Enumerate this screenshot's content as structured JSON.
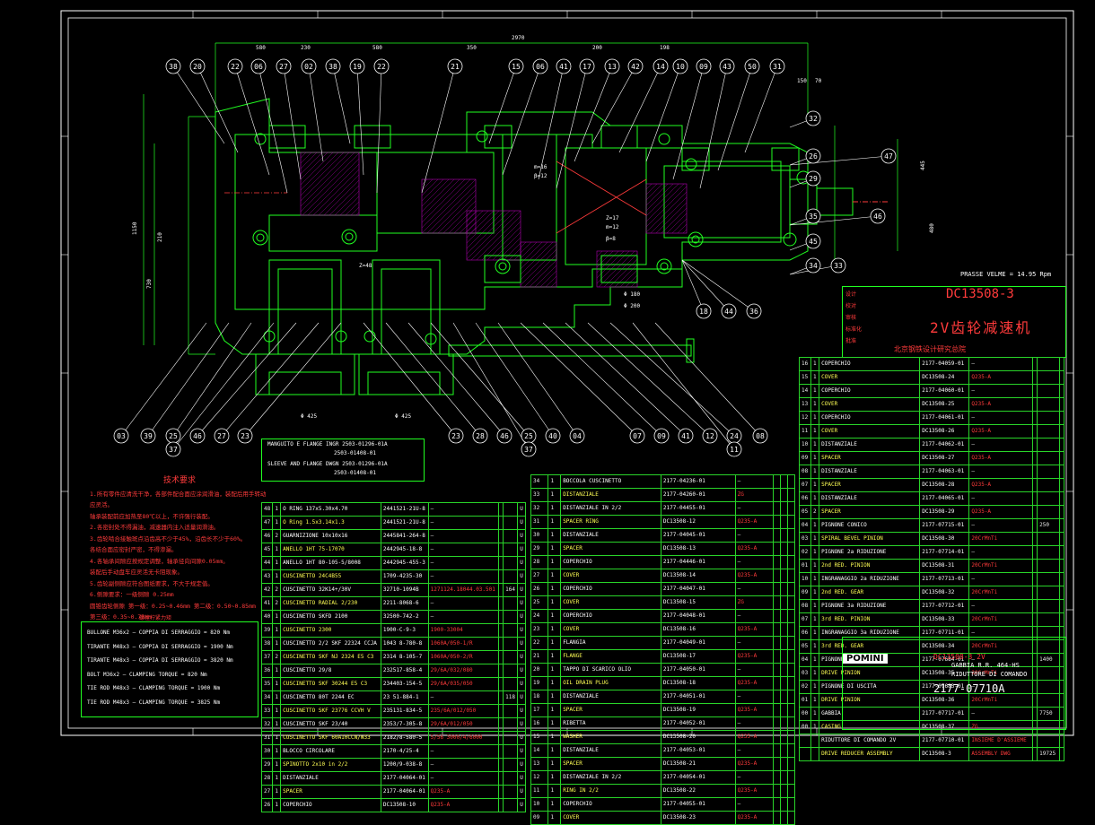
{
  "colors": {
    "background": "#000000",
    "frame": "#ffffff",
    "geometry": "#21ff21",
    "accent_red": "#ff3b3b",
    "balloon": "#ffffff",
    "dims": "#ffffff",
    "hatch": "#b300b3",
    "yellow": "#ffff55"
  },
  "drawing": {
    "overall_width": "2970",
    "top_dims": [
      "580",
      "230",
      "580",
      "350",
      "200",
      "198",
      "150",
      "70"
    ],
    "balloons_top": [
      "38",
      "20",
      "22",
      "06",
      "27",
      "02",
      "38",
      "19",
      "22",
      "21",
      "15",
      "06",
      "41",
      "17",
      "13",
      "42",
      "14",
      "10",
      "09",
      "43",
      "50",
      "31"
    ],
    "balloons_right": [
      "32",
      "26",
      "47",
      "29",
      "35",
      "46",
      "45",
      "34",
      "33"
    ],
    "balloons_bottom_right": [
      "18",
      "44",
      "36"
    ],
    "balloons_bottom": [
      "03",
      "39",
      "25",
      "37",
      "46",
      "27",
      "23",
      "23",
      "28",
      "46",
      "25",
      "37",
      "40",
      "04",
      "07",
      "09",
      "41",
      "12",
      "24",
      "11",
      "08"
    ],
    "side_dims_left": [
      "1150",
      "730",
      "210"
    ],
    "side_dims_right": [
      "445",
      "480"
    ],
    "misc_dims": [
      "Z=48",
      "β=12",
      "Z=17",
      "β=8",
      "m=16",
      "m=12",
      "Φ 425",
      "Φ 425",
      "Φ 180",
      "Φ 200"
    ],
    "speed_label": "PRASSE VELME = 14.95 Rpm"
  },
  "title": {
    "code": "DC13508-3",
    "name": "2V齿轮减速机",
    "org": "北京钢铁设计研究总院",
    "left_labels": [
      "设计",
      "校对",
      "审核",
      "标准化",
      "批准"
    ]
  },
  "note_box": {
    "lines": [
      "MANGUITO E FLANGE  INGR 2503-01296-01A",
      "2503-01408-01",
      "SLEEVE AND FLANGE  DWGN 2503-01296-01A",
      "2503-01408-01"
    ]
  },
  "tech_req": {
    "heading": "技术要求",
    "lines": [
      "1.所有零件应清洗干净，各部件配合面应涂润滑油，装配后用手转动应灵活。",
      "  轴承装配前应加热至80℃以上，不许强行装配。",
      "2.各密封处不得漏油，减速器内注入适量润滑油。",
      "3.齿轮啮合接触斑点沿齿高不少于45%，沿齿长不少于60%。",
      "  各结合面应密封严密，不得渗漏。",
      "4.各轴承间隙应按规定调整，轴承径向间隙0.05mm。",
      "  装配后手动盘车应灵活无卡阻现象。",
      "5.齿轮副侧隙应符合图纸要求，不大于规定值。",
      "6.侧隙要求：一级侧隙 0.25mm",
      "  圆锥齿轮侧隙  第一级：0.25~0.46mm  第二级：0.50~0.85mm",
      "              第三级：0.35~0.73mm"
    ]
  },
  "torque": {
    "heading": "螺栓拧紧力矩",
    "lines": [
      "BULLONE  M36x2 — COPPIA DI SERRAGGIO = 820 Nm",
      "TIRANTE  M48x3 — COPPIA DI SERRAGGIO = 1900 Nm",
      "TIRANTE  M48x3 — COPPIA DI SERRAGGIO = 3820 Nm",
      "BOLT    M36x2 — CLAMPING TORQUE = 820 Nm",
      "TIE ROD  M48x3 — CLAMPING TORQUE = 1900 Nm",
      "TIE ROD  M48x3 — CLAMPING TORQUE = 3825 Nm"
    ]
  },
  "bom_left": {
    "rows": [
      [
        "48",
        "1",
        "O RING 137x5.30x4.70",
        "2441521-21U-8",
        "—",
        "",
        "",
        "U"
      ],
      [
        "47",
        "1",
        "O Ring  1.5x3.14x1.3",
        "2441521-21U-8",
        "—",
        "",
        "",
        "U"
      ],
      [
        "46",
        "2",
        "GUARNIZIONE 10x10x16",
        "2445841-264-8",
        "—",
        "",
        "",
        "U"
      ],
      [
        "45",
        "1",
        "ANELLO 1HT 75-17070",
        "2442945-18-8",
        "—",
        "",
        "",
        "U"
      ],
      [
        "44",
        "1",
        "ANELLO 1HT 80-105-5/8008",
        "2442945-455-3",
        "—",
        "",
        "",
        "U"
      ],
      [
        "43",
        "1",
        "CUSCINETTO 24C4B55",
        "1709-4235-30",
        "—",
        "",
        "",
        "U"
      ],
      [
        "42",
        "2",
        "CUSCINETTO 32K14+/30V",
        "32710-1094B",
        "1271124.18044.03.501",
        "",
        "164",
        "U"
      ],
      [
        "41",
        "2",
        "CUSCINETTO RADIAL 2/230",
        "2211-8068-6",
        "—",
        "",
        "",
        "U"
      ],
      [
        "40",
        "1",
        "CUSCINETTO SKFD 2100",
        "32500-742-2",
        "—",
        "",
        "",
        "U"
      ],
      [
        "39",
        "1",
        "CUSCINETTO 2300",
        "1900-C-9-3",
        "1900-33004",
        "",
        "",
        "U"
      ],
      [
        "38",
        "1",
        "CUSCINETTO 2/2 SKF 22324 CCJA",
        "1043 8-780-8",
        "1060A/050-1/R",
        "",
        "",
        "U"
      ],
      [
        "37",
        "2",
        "CUSCINETTO SKF NJ 2324 E5 C3",
        "2314 8-105-7",
        "1060A/050-2/R",
        "",
        "",
        "U"
      ],
      [
        "36",
        "1",
        "CUSCINETTO 29/8",
        "232517-858-4",
        "29/6A/032/080",
        "",
        "",
        "U"
      ],
      [
        "35",
        "1",
        "CUSCINETTO SKF 30244 E5 C3",
        "234403-154-5",
        "29/6A/035/050",
        "",
        "",
        "U"
      ],
      [
        "34",
        "1",
        "CUSCINETTO 80T 2244 EC",
        "23 51-884-1",
        "—",
        "",
        "118",
        "U"
      ],
      [
        "33",
        "1",
        "CUSCINETTO SKF 23776 CCVH V",
        "235131-834-5",
        "235/6A/012/050",
        "",
        "",
        "U"
      ],
      [
        "32",
        "1",
        "CUSCINETTO SKF 23/40",
        "2353/7-305-8",
        "29/6A/012/050",
        "",
        "",
        "U"
      ],
      [
        "31",
        "1",
        "CUSCINETTO SKF 60A10CCN/W33",
        "2182/8-580-5",
        "5/56 3000/4/6000",
        "",
        "",
        "U"
      ],
      [
        "30",
        "1",
        "BLOCCO CIRCOLARE",
        "2170-4/25-4",
        "—",
        "",
        "",
        "U"
      ],
      [
        "29",
        "1",
        "SPINOTTO 2x10 in 2/2",
        "1200/9-038-8",
        "—",
        "",
        "",
        "U"
      ],
      [
        "28",
        "1",
        "DISTANZIALE",
        "2177-04064-01",
        "—",
        "",
        "",
        "U"
      ],
      [
        "27",
        "1",
        "SPACER",
        "2177-04064-01",
        "Q235-A",
        "",
        "",
        "U"
      ],
      [
        "26",
        "1",
        "COPERCHIO",
        "DC13508-10",
        "Q235-A",
        "",
        "",
        "U"
      ]
    ]
  },
  "bom_mid": {
    "rows": [
      [
        "34",
        "1",
        "BOCCOLA CUSCINETTO",
        "2177-04236-01",
        "—",
        "",
        "",
        ""
      ],
      [
        "33",
        "1",
        "DISTANZIALE",
        "2177-04260-01",
        "ZG",
        "",
        "",
        ""
      ],
      [
        "32",
        "1",
        "DISTANZIALE IN 2/2",
        "2177-04455-01",
        "—",
        "",
        "",
        ""
      ],
      [
        "31",
        "1",
        "SPACER RING",
        "DC13508-12",
        "Q235-A",
        "",
        "",
        ""
      ],
      [
        "30",
        "1",
        "DISTANZIALE",
        "2177-04045-01",
        "—",
        "",
        "",
        ""
      ],
      [
        "29",
        "1",
        "SPACER",
        "DC13508-13",
        "Q235-A",
        "",
        "",
        ""
      ],
      [
        "28",
        "1",
        "COPERCHIO",
        "2177-04446-01",
        "—",
        "",
        "",
        ""
      ],
      [
        "27",
        "1",
        "COVER",
        "DC13508-14",
        "Q235-A",
        "",
        "",
        ""
      ],
      [
        "26",
        "1",
        "COPERCHIO",
        "2177-04047-01",
        "—",
        "",
        "",
        ""
      ],
      [
        "25",
        "1",
        "COVER",
        "DC13508-15",
        "ZG",
        "",
        "",
        ""
      ],
      [
        "24",
        "1",
        "COPERCHIO",
        "2177-04048-01",
        "—",
        "",
        "",
        ""
      ],
      [
        "23",
        "1",
        "COVER",
        "DC13508-16",
        "Q235-A",
        "",
        "",
        ""
      ],
      [
        "22",
        "1",
        "FLANGIA",
        "2177-04049-01",
        "—",
        "",
        "",
        ""
      ],
      [
        "21",
        "1",
        "FLANGE",
        "DC13508-17",
        "Q235-A",
        "",
        "",
        ""
      ],
      [
        "20",
        "1",
        "TAPPO DI SCARICO OLIO",
        "2177-04050-01",
        "—",
        "",
        "",
        ""
      ],
      [
        "19",
        "1",
        "OIL DRAIN PLUG",
        "DC13508-18",
        "Q235-A",
        "",
        "",
        ""
      ],
      [
        "18",
        "1",
        "DISTANZIALE",
        "2177-04051-01",
        "—",
        "",
        "",
        ""
      ],
      [
        "17",
        "1",
        "SPACER",
        "DC13508-19",
        "Q235-A",
        "",
        "",
        ""
      ],
      [
        "16",
        "1",
        "RIBETTA",
        "2177-04052-01",
        "—",
        "",
        "",
        ""
      ],
      [
        "15",
        "1",
        "WASHER",
        "DC13508-20",
        "Q235-A",
        "",
        "",
        ""
      ],
      [
        "14",
        "1",
        "DISTANZIALE",
        "2177-04053-01",
        "—",
        "",
        "",
        ""
      ],
      [
        "13",
        "1",
        "SPACER",
        "DC13508-21",
        "Q235-A",
        "",
        "",
        ""
      ],
      [
        "12",
        "1",
        "DISTANZIALE IN 2/2",
        "2177-04054-01",
        "—",
        "",
        "",
        ""
      ],
      [
        "11",
        "1",
        "RING IN 2/2",
        "DC13508-22",
        "Q235-A",
        "",
        "",
        ""
      ],
      [
        "10",
        "1",
        "COPERCHIO",
        "2177-04055-01",
        "—",
        "",
        "",
        ""
      ],
      [
        "09",
        "1",
        "COVER",
        "DC13508-23",
        "Q235-A",
        "",
        "",
        ""
      ]
    ]
  },
  "bom_right": {
    "rows": [
      [
        "16",
        "1",
        "COPERCHIO",
        "2177-04059-01",
        "—",
        "",
        "",
        ""
      ],
      [
        "15",
        "1",
        "COVER",
        "DC13508-24",
        "Q235-A",
        "",
        "",
        ""
      ],
      [
        "14",
        "1",
        "COPERCHIO",
        "2177-04060-01",
        "—",
        "",
        "",
        ""
      ],
      [
        "13",
        "1",
        "COVER",
        "DC13508-25",
        "Q235-A",
        "",
        "",
        ""
      ],
      [
        "12",
        "1",
        "COPERCHIO",
        "2177-04061-01",
        "—",
        "",
        "",
        ""
      ],
      [
        "11",
        "1",
        "COVER",
        "DC13508-26",
        "Q235-A",
        "",
        "",
        ""
      ],
      [
        "10",
        "1",
        "DISTANZIALE",
        "2177-04062-01",
        "—",
        "",
        "",
        ""
      ],
      [
        "09",
        "1",
        "SPACER",
        "DC13508-27",
        "Q235-A",
        "",
        "",
        ""
      ],
      [
        "08",
        "1",
        "DISTANZIALE",
        "2177-04063-01",
        "—",
        "",
        "",
        ""
      ],
      [
        "07",
        "1",
        "SPACER",
        "DC13508-28",
        "Q235-A",
        "",
        "",
        ""
      ],
      [
        "06",
        "1",
        "DISTANZIALE",
        "2177-04065-01",
        "—",
        "",
        "",
        ""
      ],
      [
        "05",
        "2",
        "SPACER",
        "DC13508-29",
        "Q235-A",
        "",
        "",
        ""
      ],
      [
        "04",
        "1",
        "PIGNONE CONICO",
        "2177-07715-01",
        "—",
        "",
        "250",
        ""
      ],
      [
        "03",
        "1",
        "SPIRAL BEVEL PINION",
        "DC13508-30",
        "20CrMnTi",
        "",
        "",
        ""
      ],
      [
        "02",
        "1",
        "PIGNONE 2a RIDUZIONE",
        "2177-07714-01",
        "—",
        "",
        "",
        ""
      ],
      [
        "01",
        "1",
        "2nd RED. PINION",
        "DC13508-31",
        "20CrMnTi",
        "",
        "",
        ""
      ],
      [
        "10",
        "1",
        "INGRANAGGIO 2a RIDUZIONE",
        "2177-07713-01",
        "—",
        "",
        "",
        ""
      ],
      [
        "09",
        "1",
        "2nd RED. GEAR",
        "DC13508-32",
        "20CrMnTi",
        "",
        "",
        ""
      ],
      [
        "08",
        "1",
        "PIGNONE 3a RIDUZIONE",
        "2177-07712-01",
        "—",
        "",
        "",
        ""
      ],
      [
        "07",
        "1",
        "3rd RED. PINION",
        "DC13508-33",
        "20CrMnTi",
        "",
        "",
        ""
      ],
      [
        "06",
        "1",
        "INGRANAGGIO 3a RIDUZIONE",
        "2177-07711-01",
        "—",
        "",
        "",
        ""
      ],
      [
        "05",
        "1",
        "3rd RED. GEAR",
        "DC13508-34",
        "20CrMnTi",
        "",
        "",
        ""
      ],
      [
        "04",
        "1",
        "PIGNONE DI USCITA",
        "2177-07684-01",
        "—",
        "",
        "1400",
        ""
      ],
      [
        "03",
        "1",
        "DRIVE PINION",
        "DC13508-35",
        "20CrMnTi",
        "",
        "",
        ""
      ],
      [
        "02",
        "1",
        "PIGNONE DI USCITA",
        "2177-07683-01",
        "—",
        "",
        "",
        ""
      ],
      [
        "01",
        "1",
        "DRIVE PINION",
        "DC13508-36",
        "20CrMnTi",
        "",
        "",
        ""
      ],
      [
        "00",
        "1",
        "GABBIA",
        "2177-07717-01",
        "—",
        "",
        "7750",
        ""
      ],
      [
        "00",
        "1",
        "CASING",
        "DC13508-37",
        "ZG",
        "",
        "",
        ""
      ],
      [
        "",
        "",
        "RIDUTTORE DI COMANDO 2V",
        "2177-07710-01",
        "INSIEME D'ASSIEME",
        "",
        "",
        ""
      ],
      [
        "",
        "",
        "DRIVE REDUCER ASSEMBLY",
        "DC13508-3",
        "ASSEMBLY DWG",
        "",
        "19725",
        ""
      ]
    ]
  },
  "pomini": {
    "logo": "POMINI",
    "code": "DC13508-3   2V",
    "title1": "GABBIA R.R. 464-HS",
    "title2": "RIDUTTORE DI COMANDO",
    "dwg_no": "2177-07710A"
  }
}
